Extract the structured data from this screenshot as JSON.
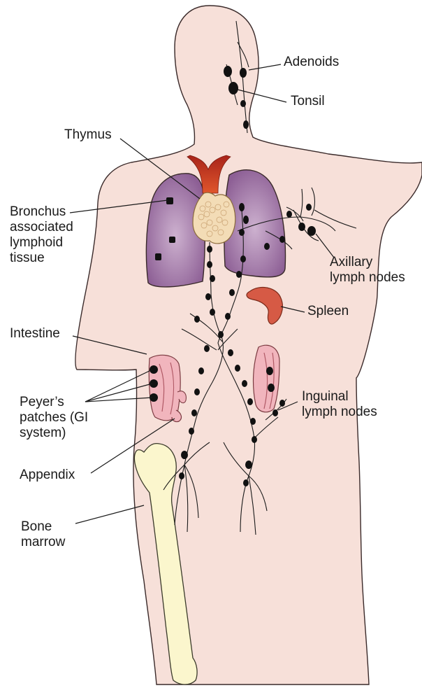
{
  "labels": {
    "adenoids": "Adenoids",
    "tonsil": "Tonsil",
    "thymus": "Thymus",
    "balt": [
      "Bronchus",
      "associated",
      "lymphoid",
      "tissue"
    ],
    "axillary": [
      "Axillary",
      "lymph nodes"
    ],
    "spleen": "Spleen",
    "intestine": "Intestine",
    "peyers": [
      "Peyer’s",
      "patches (GI",
      "system)"
    ],
    "inguinal": [
      "Inguinal",
      "lymph nodes"
    ],
    "appendix": "Appendix",
    "bone_marrow": [
      "Bone",
      "marrow"
    ]
  },
  "colors": {
    "skin": "#f7e0d9",
    "outline": "#3a2a2a",
    "lung": "#9a6fa0",
    "thymus": "#f3dcb6",
    "vessel": "#c94a2e",
    "spleen": "#d65a45",
    "intestine": "#f1b5bd",
    "bone": "#fbf6cd",
    "node": "#111111"
  }
}
